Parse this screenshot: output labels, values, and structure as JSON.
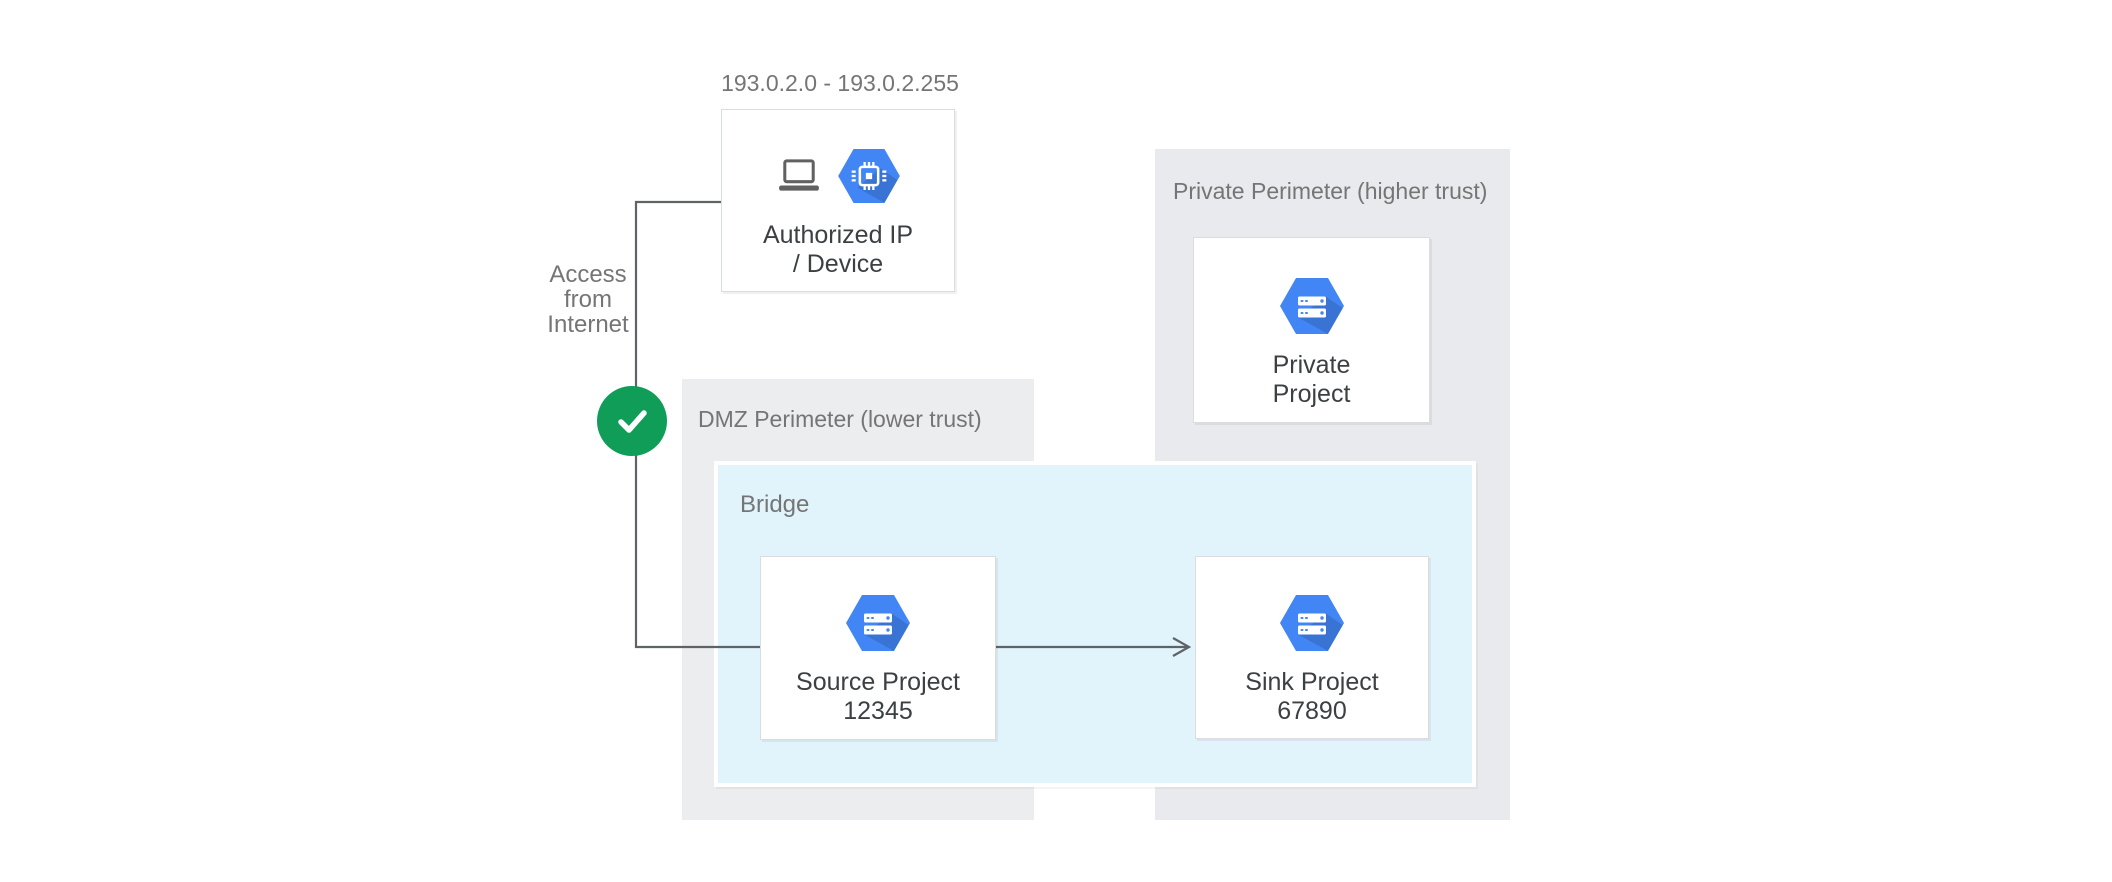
{
  "labels": {
    "ip_range": "193.0.2.0 - 193.0.2.255",
    "access": {
      "line1": "Access",
      "line2": "from",
      "line3": "Internet"
    }
  },
  "perimeters": {
    "dmz": {
      "label": "DMZ Perimeter (lower trust)"
    },
    "bridge": {
      "label": "Bridge"
    },
    "private": {
      "label": "Private Perimeter (higher trust)"
    }
  },
  "nodes": {
    "authorized_device": {
      "line1": "Authorized IP",
      "line2": "/ Device",
      "icons": [
        "laptop-icon",
        "chip-hexagon-icon"
      ]
    },
    "source_project": {
      "line1": "Source Project",
      "line2": "12345",
      "icon": "project-hexagon-icon"
    },
    "sink_project": {
      "line1": "Sink Project",
      "line2": "67890",
      "icon": "project-hexagon-icon"
    },
    "private_project": {
      "line1": "Private",
      "line2": "Project",
      "icon": "project-hexagon-icon"
    }
  },
  "connections": {
    "internet_check_icon": "checkmark-icon",
    "flow_arrow": "source-to-sink-arrow"
  },
  "colors": {
    "hexagon_blue": "#4285F4",
    "check_green": "#0F9D58",
    "bridge_bg": "#E1F4FB",
    "dmz_bg": "#ECEDEF",
    "private_bg": "#E8EAED",
    "connector_gray": "#5F6368",
    "zone_label_gray": "#757575",
    "node_text": "#3C4043",
    "node_border": "#DADCE0"
  }
}
